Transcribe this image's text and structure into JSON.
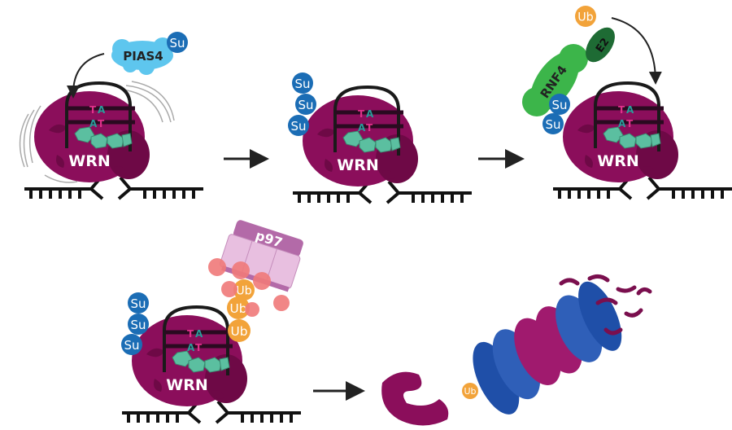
{
  "labels": {
    "wrn": "WRN",
    "pias4": "PIAS4",
    "sumo": "Su",
    "ubiquitin": "Ub",
    "rnf4": "RNF4",
    "e2": "E2",
    "p97": "p97",
    "base_t": "T",
    "base_a": "A"
  },
  "colors": {
    "wrn": "#8b0e5b",
    "sumo": "#1b6db5",
    "pias4": "#5ec6ee",
    "ubiquitin": "#f2a33a",
    "rnf4": "#3cb54a",
    "e2": "#1e6b34",
    "p97": "#b36aa8",
    "proteasome_blue": "#1f4fa8",
    "proteasome_magenta": "#a01a6e",
    "helicase": "#5bbfa0"
  }
}
